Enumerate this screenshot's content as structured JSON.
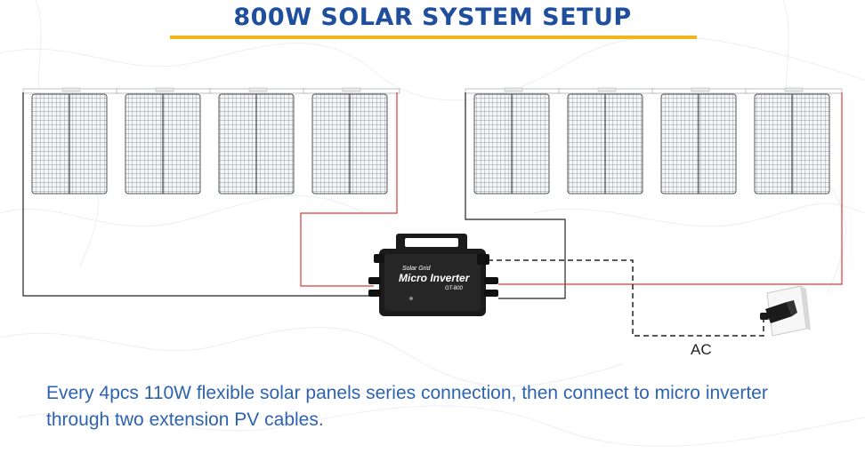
{
  "title": "800W SOLAR SYSTEM SETUP",
  "inverter": {
    "brand": "Solar Grid",
    "name": "Micro Inverter",
    "model": "GT-800"
  },
  "ac_label": "AC",
  "caption": {
    "line1": "Every 4pcs 110W flexible solar panels series connection, then connect to micro inverter",
    "line2": "through two extension PV cables."
  },
  "colors": {
    "title": "#1f4e9c",
    "underline": "#f2b51c",
    "caption": "#2d63b0",
    "positive_wire": "#e03a3a",
    "negative_wire": "#222222",
    "ac_wire": "#222222"
  },
  "icons": [
    "solar-panel-icon",
    "micro-inverter-icon",
    "wall-socket-icon",
    "plug-icon"
  ]
}
